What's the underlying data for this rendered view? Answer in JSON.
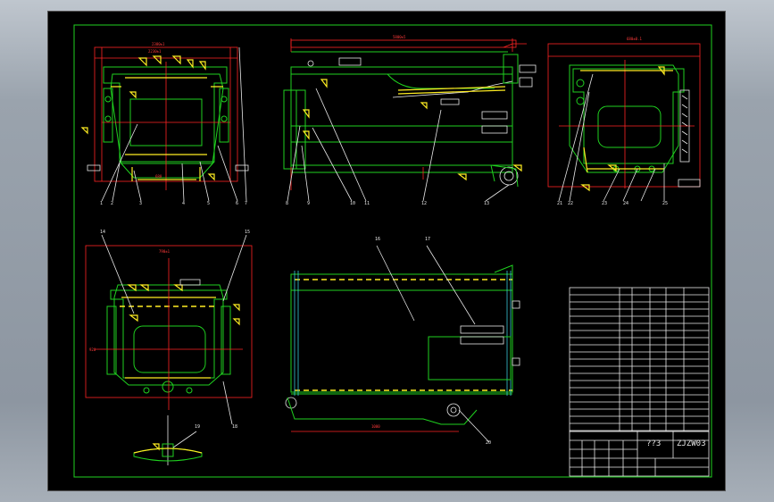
{
  "title_block": {
    "part_code": "ZJZW03",
    "scale": "??3"
  },
  "part_numbers": [
    "1",
    "2",
    "3",
    "4",
    "5",
    "6",
    "7",
    "8",
    "9",
    "10",
    "11",
    "12",
    "13",
    "14",
    "15",
    "16",
    "17",
    "18",
    "19",
    "20",
    "21",
    "22",
    "23",
    "24",
    "25"
  ],
  "dimensions": {
    "top_overall": "5800±5",
    "left_width": "790±1",
    "right_width": "680±0.1"
  },
  "colors": {
    "background": "#000000",
    "frame": "#1fd11f",
    "dimension": "#ff2323",
    "weld": "#ffee22",
    "leader": "#e8e8e8",
    "hidden": "#37c7d8",
    "window_chrome": "#9aa3ad"
  }
}
